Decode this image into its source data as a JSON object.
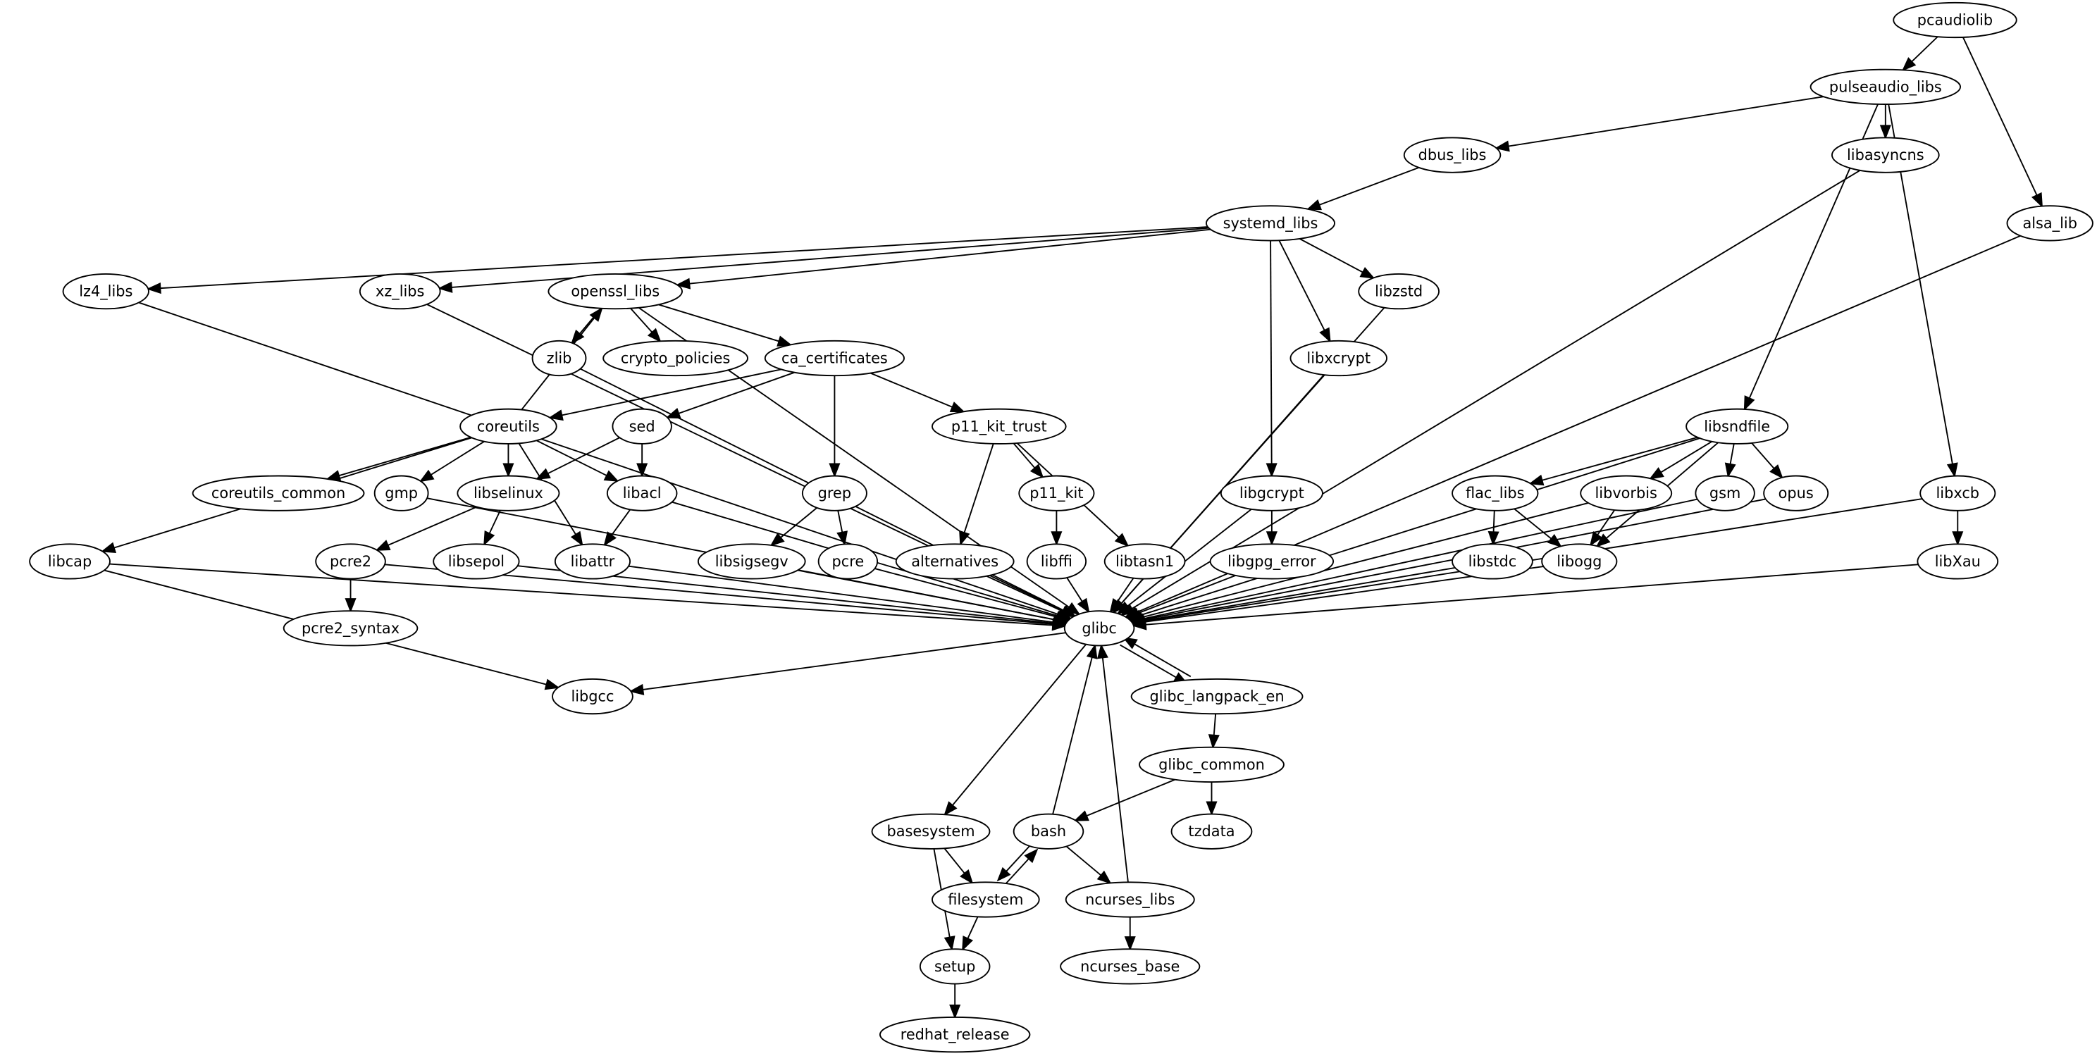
{
  "graph": {
    "type": "directed-dependency-graph",
    "nodes": [
      "pcaudiolib",
      "pulseaudio_libs",
      "dbus_libs",
      "libasyncns",
      "alsa_lib",
      "systemd_libs",
      "lz4_libs",
      "xz_libs",
      "openssl_libs",
      "libzstd",
      "zlib",
      "crypto_policies",
      "ca_certificates",
      "libxcrypt",
      "coreutils",
      "sed",
      "p11_kit_trust",
      "libsndfile",
      "coreutils_common",
      "gmp",
      "libselinux",
      "libacl",
      "grep",
      "p11_kit",
      "libgcrypt",
      "flac_libs",
      "libvorbis",
      "gsm",
      "opus",
      "libxcb",
      "libcap",
      "pcre2",
      "libsepol",
      "libattr",
      "libsigsegv",
      "pcre",
      "alternatives",
      "libffi",
      "libtasn1",
      "libgpg_error",
      "libstdc",
      "libogg",
      "libXau",
      "glibc",
      "pcre2_syntax",
      "libgcc",
      "glibc_langpack_en",
      "glibc_common",
      "basesystem",
      "bash",
      "tzdata",
      "filesystem",
      "ncurses_libs",
      "setup",
      "ncurses_base",
      "redhat_release"
    ],
    "edges": [
      [
        "pcaudiolib",
        "pulseaudio_libs"
      ],
      [
        "pcaudiolib",
        "alsa_lib"
      ],
      [
        "pulseaudio_libs",
        "dbus_libs"
      ],
      [
        "pulseaudio_libs",
        "libasyncns"
      ],
      [
        "pulseaudio_libs",
        "libsndfile"
      ],
      [
        "pulseaudio_libs",
        "libxcb"
      ],
      [
        "dbus_libs",
        "systemd_libs"
      ],
      [
        "libasyncns",
        "glibc"
      ],
      [
        "alsa_lib",
        "glibc"
      ],
      [
        "systemd_libs",
        "lz4_libs"
      ],
      [
        "systemd_libs",
        "xz_libs"
      ],
      [
        "systemd_libs",
        "openssl_libs"
      ],
      [
        "systemd_libs",
        "libzstd"
      ],
      [
        "systemd_libs",
        "libxcrypt"
      ],
      [
        "systemd_libs",
        "libgcrypt"
      ],
      [
        "lz4_libs",
        "glibc"
      ],
      [
        "xz_libs",
        "glibc"
      ],
      [
        "openssl_libs",
        "glibc"
      ],
      [
        "openssl_libs",
        "zlib"
      ],
      [
        "openssl_libs",
        "crypto_policies"
      ],
      [
        "openssl_libs",
        "ca_certificates"
      ],
      [
        "libzstd",
        "glibc"
      ],
      [
        "zlib",
        "glibc"
      ],
      [
        "libxcrypt",
        "glibc"
      ],
      [
        "ca_certificates",
        "coreutils"
      ],
      [
        "ca_certificates",
        "sed"
      ],
      [
        "ca_certificates",
        "grep"
      ],
      [
        "ca_certificates",
        "p11_kit_trust"
      ],
      [
        "coreutils",
        "openssl_libs"
      ],
      [
        "coreutils",
        "libcap"
      ],
      [
        "coreutils",
        "coreutils_common"
      ],
      [
        "coreutils",
        "gmp"
      ],
      [
        "coreutils",
        "libselinux"
      ],
      [
        "coreutils",
        "libacl"
      ],
      [
        "coreutils",
        "libattr"
      ],
      [
        "sed",
        "libselinux"
      ],
      [
        "sed",
        "libacl"
      ],
      [
        "p11_kit_trust",
        "p11_kit"
      ],
      [
        "p11_kit_trust",
        "alternatives"
      ],
      [
        "p11_kit_trust",
        "libtasn1"
      ],
      [
        "p11_kit",
        "libffi"
      ],
      [
        "libffi",
        "glibc"
      ],
      [
        "libtasn1",
        "glibc"
      ],
      [
        "alternatives",
        "glibc"
      ],
      [
        "libsndfile",
        "flac_libs"
      ],
      [
        "libsndfile",
        "libvorbis"
      ],
      [
        "libsndfile",
        "gsm"
      ],
      [
        "libsndfile",
        "opus"
      ],
      [
        "libsndfile",
        "libogg"
      ],
      [
        "libsndfile",
        "glibc"
      ],
      [
        "gmp",
        "glibc"
      ],
      [
        "libselinux",
        "pcre2"
      ],
      [
        "libselinux",
        "libsepol"
      ],
      [
        "libacl",
        "libattr"
      ],
      [
        "libacl",
        "glibc"
      ],
      [
        "grep",
        "libsigsegv"
      ],
      [
        "grep",
        "pcre"
      ],
      [
        "libsigsegv",
        "glibc"
      ],
      [
        "pcre",
        "glibc"
      ],
      [
        "libgcrypt",
        "libgpg_error"
      ],
      [
        "libgcrypt",
        "glibc"
      ],
      [
        "libgpg_error",
        "glibc"
      ],
      [
        "flac_libs",
        "libstdc"
      ],
      [
        "flac_libs",
        "libogg"
      ],
      [
        "libvorbis",
        "libogg"
      ],
      [
        "libvorbis",
        "glibc"
      ],
      [
        "gsm",
        "glibc"
      ],
      [
        "opus",
        "glibc"
      ],
      [
        "libxcb",
        "libXau"
      ],
      [
        "libxcb",
        "glibc"
      ],
      [
        "libXau",
        "glibc"
      ],
      [
        "libcap",
        "glibc"
      ],
      [
        "libcap",
        "libgcc"
      ],
      [
        "pcre2",
        "pcre2_syntax"
      ],
      [
        "pcre2",
        "glibc"
      ],
      [
        "libsepol",
        "glibc"
      ],
      [
        "libattr",
        "glibc"
      ],
      [
        "libstdc",
        "glibc"
      ],
      [
        "libogg",
        "glibc"
      ],
      [
        "glibc",
        "libgcc"
      ],
      [
        "glibc",
        "glibc_langpack_en"
      ],
      [
        "glibc_langpack_en",
        "glibc"
      ],
      [
        "glibc",
        "basesystem"
      ],
      [
        "glibc_langpack_en",
        "glibc_common"
      ],
      [
        "glibc_common",
        "bash"
      ],
      [
        "glibc_common",
        "tzdata"
      ],
      [
        "bash",
        "glibc"
      ],
      [
        "bash",
        "filesystem"
      ],
      [
        "filesystem",
        "bash"
      ],
      [
        "bash",
        "ncurses_libs"
      ],
      [
        "basesystem",
        "filesystem"
      ],
      [
        "basesystem",
        "setup"
      ],
      [
        "filesystem",
        "setup"
      ],
      [
        "ncurses_libs",
        "glibc"
      ],
      [
        "ncurses_libs",
        "ncurses_base"
      ],
      [
        "setup",
        "redhat_release"
      ]
    ]
  }
}
